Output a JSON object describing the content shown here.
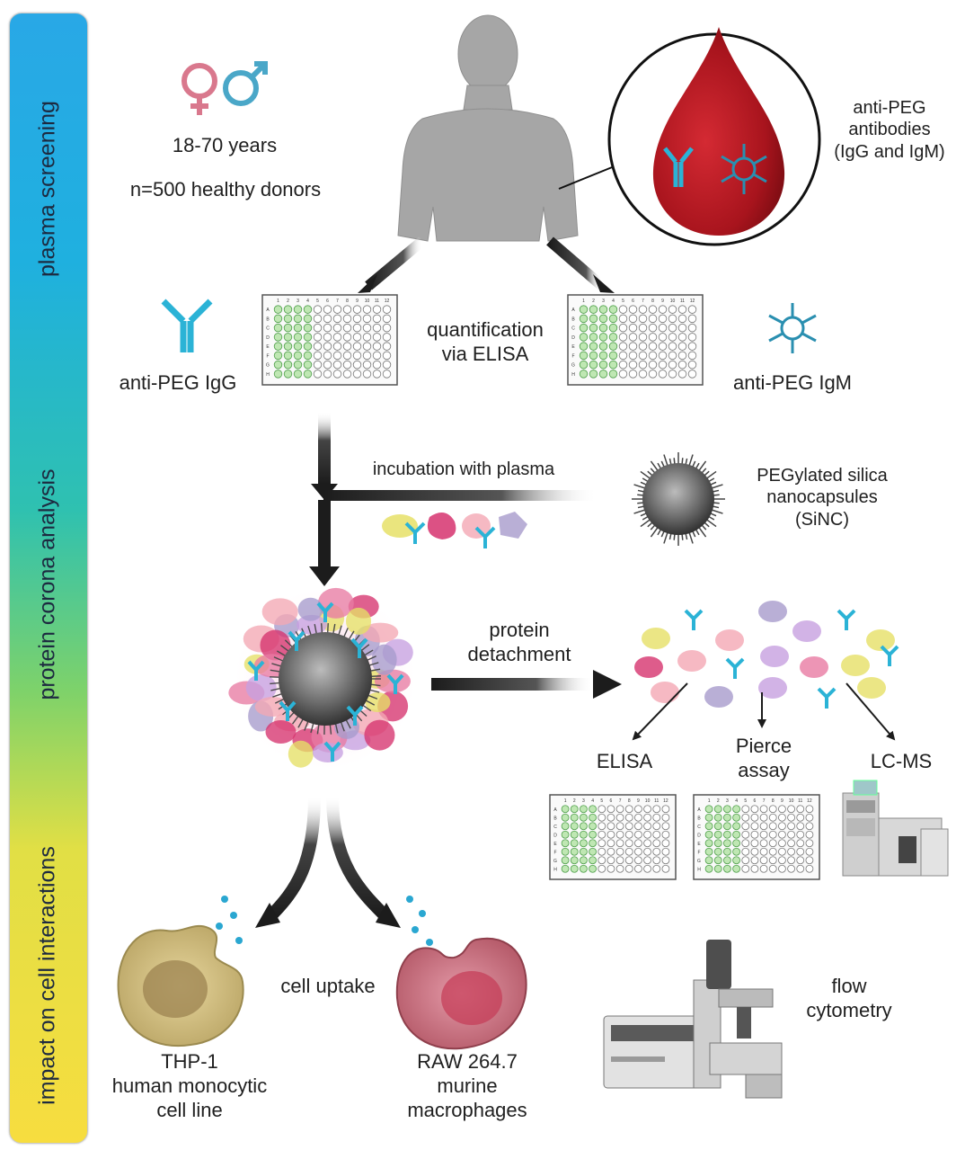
{
  "phases": {
    "screening": "plasma screening",
    "corona": "protein corona analysis",
    "cell": "impact on cell interactions"
  },
  "donors": {
    "age": "18-70 years",
    "count": "n=500 healthy donors"
  },
  "blood": {
    "line1": "anti-PEG",
    "line2": "antibodies",
    "line3": "(IgG and IgM)"
  },
  "elisa": {
    "line1": "quantification",
    "line2": "via ELISA",
    "igg": "anti-PEG IgG",
    "igm": "anti-PEG IgM"
  },
  "incubation": "incubation with plasma",
  "sinc": {
    "line1": "PEGylated silica",
    "line2": "nanocapsules",
    "line3": "(SiNC)"
  },
  "detachment": {
    "line1": "protein",
    "line2": "detachment"
  },
  "assays": {
    "elisa": "ELISA",
    "pierce1": "Pierce",
    "pierce2": "assay",
    "lcms": "LC-MS"
  },
  "uptake": "cell uptake",
  "thp1": {
    "line1": "THP-1",
    "line2": "human monocytic",
    "line3": "cell line"
  },
  "raw": {
    "line1": "RAW 264.7",
    "line2": "murine",
    "line3": "macrophages"
  },
  "flow": {
    "line1": "flow",
    "line2": "cytometry"
  },
  "plate": {
    "cols": [
      "1",
      "2",
      "3",
      "4",
      "5",
      "6",
      "7",
      "8",
      "9",
      "10",
      "11",
      "12"
    ],
    "rows": [
      "A",
      "B",
      "C",
      "D",
      "E",
      "F",
      "G",
      "H"
    ]
  },
  "colors": {
    "female": "#d9788d",
    "male": "#4aa7c8",
    "antibody": "#2bb3d6",
    "igm": "#2a8fb0",
    "blood": "#b3121e",
    "well_fill": "#bfe7b3",
    "well_stroke": "#4f9f4b"
  }
}
